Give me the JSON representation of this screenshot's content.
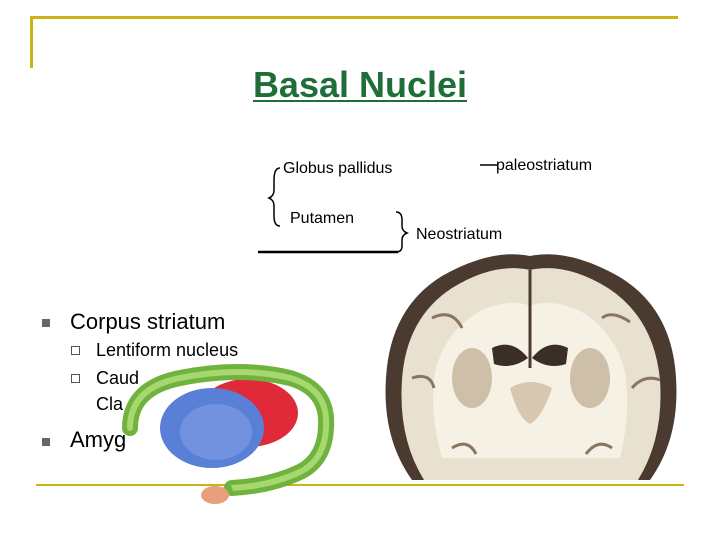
{
  "slide": {
    "title": "Basal Nuclei",
    "diagram": {
      "globus_pallidus": "Globus pallidus",
      "putamen": "Putamen",
      "paleostriatum": "paleostriatum",
      "neostriatum": "Neostriatum"
    },
    "bullets": [
      {
        "text": "Corpus striatum",
        "sub": [
          "Lentiform nucleus",
          "Caud",
          "Cla"
        ]
      },
      {
        "text": "Amyg"
      }
    ],
    "colors": {
      "title": "#1f6e3a",
      "frame": "#c8b418",
      "caudate_green": "#7cc04a",
      "lentiform_blue": "#5a7fd6",
      "lentiform_red": "#e02a3a"
    }
  }
}
